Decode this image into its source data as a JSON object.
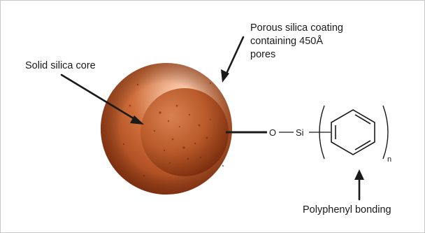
{
  "diagram": {
    "labels": {
      "core": "Solid silica core",
      "coating_lines": [
        "Porous silica coating",
        "containing 450Å",
        "pores"
      ],
      "bonding": "Polyphenyl bonding"
    },
    "chemistry": {
      "oxygen": "O",
      "silicon": "Si",
      "repeat_subscript": "n"
    },
    "colors": {
      "shell_light": "#f6c3a3",
      "shell_mid": "#d06f3c",
      "shell_dark": "#8a3312",
      "core_mid": "#b95a2a",
      "core_dark": "#6e2408",
      "ink": "#1a1a1a",
      "frame_border": "#c8c8c8"
    }
  }
}
